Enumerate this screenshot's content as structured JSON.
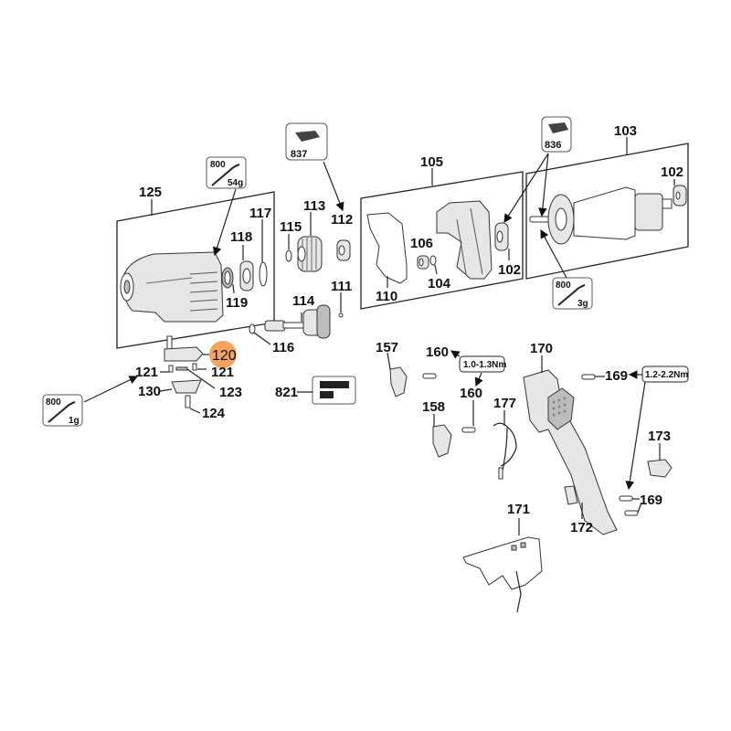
{
  "diagram": {
    "type": "exploded-parts-diagram",
    "highlight_color": "#f4a460",
    "highlighted_part": "120",
    "groups": {
      "housing_group": "125",
      "gearbox_group": "105",
      "armature_group": "103"
    },
    "parts": {
      "p125": "125",
      "p117": "117",
      "p118": "118",
      "p119": "119",
      "p113": "113",
      "p115": "115",
      "p112a": "112",
      "p111": "111",
      "p114": "114",
      "p116": "116",
      "p105": "105",
      "p106": "106",
      "p110": "110",
      "p104": "104",
      "p102a": "102",
      "p103": "103",
      "p102b": "102",
      "p120": "120",
      "p121a": "121",
      "p121b": "121",
      "p123": "123",
      "p130": "130",
      "p124": "124",
      "p821": "821",
      "p157": "157",
      "p158": "158",
      "p160a": "160",
      "p160b": "160",
      "p177": "177",
      "p170": "170",
      "p169a": "169",
      "p169b": "169",
      "p173": "173",
      "p172": "172",
      "p171": "171"
    },
    "callouts": {
      "grease_54g": {
        "code": "800",
        "amount": "54g"
      },
      "grease_3g": {
        "code": "800",
        "amount": "3g"
      },
      "grease_1g": {
        "code": "800",
        "amount": "1g"
      },
      "service_837": "837",
      "service_836": "836",
      "torque_160": "1.0-1.3Nm",
      "torque_169": "1.2-2.2Nm"
    }
  }
}
